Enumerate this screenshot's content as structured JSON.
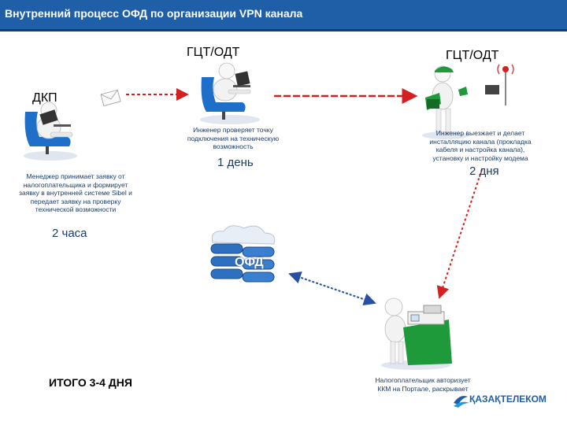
{
  "header": {
    "title": "Внутренний процесс ОФД по организации VPN канала"
  },
  "nodes": {
    "dkp": {
      "label": "ДКП"
    },
    "gct_left": {
      "label": "ГЦТ/ОДТ"
    },
    "gct_right": {
      "label": "ГЦТ/ОДТ"
    },
    "ofd": {
      "label": "ОФД"
    }
  },
  "descriptions": {
    "manager": [
      "Менеджер принимает заявку от",
      "налогоплательщика и формирует",
      "заявку в внутренней системе Sibel и",
      "передает заявку на проверку",
      "технической возможности"
    ],
    "engineer_check": [
      "Инженер проверяет точку",
      "подключения на техническую",
      "возможность"
    ],
    "engineer_install": [
      "Инженер выезжает и делает",
      "инсталляцию канала (прокладка",
      "кабеля и настройка канала),",
      "установку и настройку модема"
    ],
    "taxpayer": [
      "Налогоплательщик авторизует",
      "ККМ на Портале, раскрывает"
    ]
  },
  "durations": {
    "hours": "2 часа",
    "day": "1 день",
    "days": "2 дня"
  },
  "total": "ИТОГО 3-4 ДНЯ",
  "logo": "ҚАЗАҚТЕЛЕКОМ",
  "colors": {
    "header": "#1f5fa8",
    "arrow_red": "#d42020",
    "arrow_blue": "#2850a0",
    "chair_blue": "#1d6fc9"
  }
}
